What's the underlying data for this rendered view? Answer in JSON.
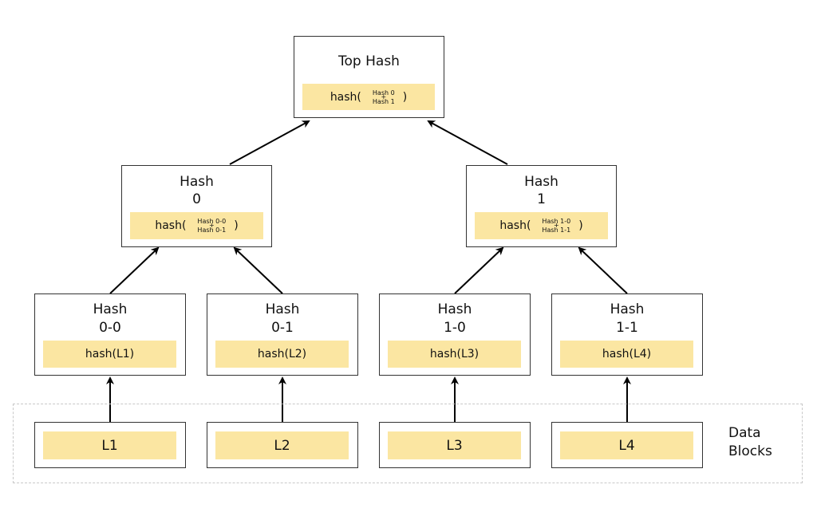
{
  "top": {
    "title": "Top Hash",
    "fn_open": "hash(",
    "arg1": "Hash 0",
    "plus": "+",
    "arg2": "Hash 1",
    "fn_close": ")"
  },
  "hash0": {
    "title": "Hash",
    "id": "0",
    "fn_open": "hash(",
    "arg1": "Hash 0-0",
    "plus": "+",
    "arg2": "Hash 0-1",
    "fn_close": ")"
  },
  "hash1": {
    "title": "Hash",
    "id": "1",
    "fn_open": "hash(",
    "arg1": "Hash 1-0",
    "plus": "+",
    "arg2": "Hash 1-1",
    "fn_close": ")"
  },
  "leaves": [
    {
      "title": "Hash",
      "id": "0-0",
      "formula": "hash(L1)"
    },
    {
      "title": "Hash",
      "id": "0-1",
      "formula": "hash(L2)"
    },
    {
      "title": "Hash",
      "id": "1-0",
      "formula": "hash(L3)"
    },
    {
      "title": "Hash",
      "id": "1-1",
      "formula": "hash(L4)"
    }
  ],
  "data_blocks": {
    "label_line1": "Data",
    "label_line2": "Blocks",
    "items": [
      "L1",
      "L2",
      "L3",
      "L4"
    ]
  },
  "colors": {
    "highlight": "#fbe6a2",
    "border": "#333333",
    "dashed_border": "#c8c8c8"
  }
}
